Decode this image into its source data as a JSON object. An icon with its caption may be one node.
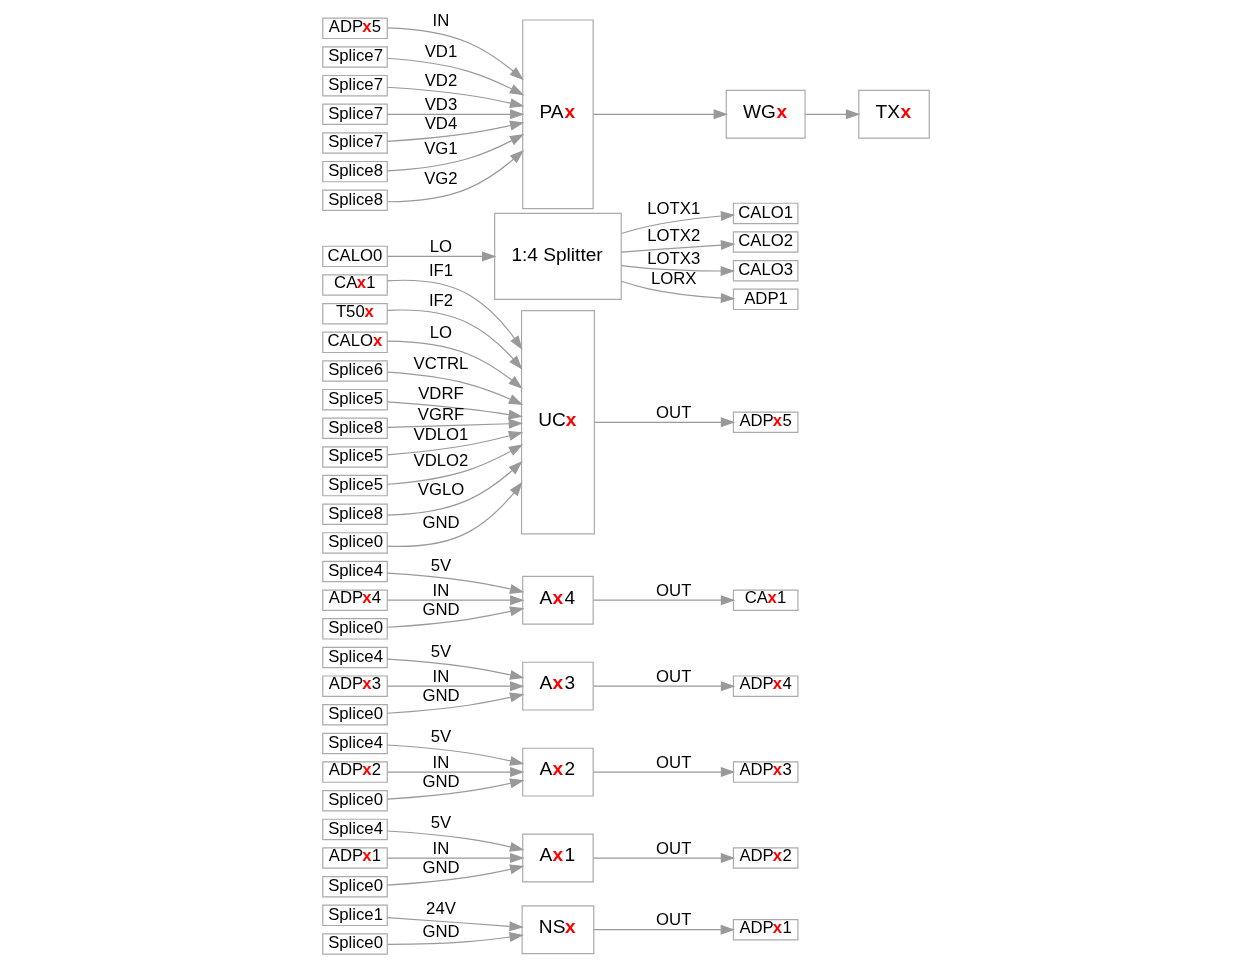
{
  "diagram": {
    "nodes": [
      {
        "text": [
          "Splice1"
        ]
      },
      {
        "text": [
          "Splice0"
        ]
      },
      {
        "text": [
          "NS**x**"
        ]
      },
      {
        "text": [
          "ADP**x**1"
        ]
      },
      {
        "text": [
          "Splice4"
        ]
      },
      {
        "text": [
          "ADP**x**1"
        ]
      },
      {
        "text": [
          "Splice0"
        ]
      },
      {
        "text": [
          "A**x**1"
        ]
      },
      {
        "text": [
          "ADP**x**2"
        ]
      },
      {
        "text": [
          "Splice4"
        ]
      },
      {
        "text": [
          "ADP**x**2"
        ]
      },
      {
        "text": [
          "Splice0"
        ]
      },
      {
        "text": [
          "A**x**2"
        ]
      },
      {
        "text": [
          "ADP**x**3"
        ]
      },
      {
        "text": [
          "Splice4"
        ]
      },
      {
        "text": [
          "ADP**x**3"
        ]
      },
      {
        "text": [
          "Splice0"
        ]
      },
      {
        "text": [
          "A**x**3"
        ]
      },
      {
        "text": [
          "ADP**x**4"
        ]
      },
      {
        "text": [
          "Splice4"
        ]
      },
      {
        "text": [
          "ADP**x**4"
        ]
      },
      {
        "text": [
          "Splice0"
        ]
      },
      {
        "text": [
          "A**x**4"
        ]
      },
      {
        "text": [
          "CA**x**1"
        ]
      },
      {
        "text": [
          "CA**x**1"
        ]
      },
      {
        "text": [
          "T50**x**"
        ]
      },
      {
        "text": [
          "CALO**x**"
        ]
      },
      {
        "text": [
          "Splice6"
        ]
      },
      {
        "text": [
          "Splice5"
        ]
      },
      {
        "text": [
          "Splice8"
        ]
      },
      {
        "text": [
          "Splice5"
        ]
      },
      {
        "text": [
          "Splice5"
        ]
      },
      {
        "text": [
          "Splice8"
        ]
      },
      {
        "text": [
          "Splice0"
        ]
      },
      {
        "text": [
          "UC**x**"
        ]
      },
      {
        "text": [
          "ADP**x**5"
        ]
      },
      {
        "text": [
          "CALO0"
        ]
      },
      {
        "text": [
          "1:4 Splitter"
        ]
      },
      {
        "text": [
          "CALO1"
        ]
      },
      {
        "text": [
          "CALO2"
        ]
      },
      {
        "text": [
          "CALO3"
        ]
      },
      {
        "text": [
          "ADP1"
        ]
      },
      {
        "text": [
          "ADP**x**5"
        ]
      },
      {
        "text": [
          "Splice7"
        ]
      },
      {
        "text": [
          "Splice7"
        ]
      },
      {
        "text": [
          "Splice7"
        ]
      },
      {
        "text": [
          "Splice7"
        ]
      },
      {
        "text": [
          "Splice8"
        ]
      },
      {
        "text": [
          "Splice8"
        ]
      },
      {
        "text": [
          "PA**x**"
        ]
      },
      {
        "text": [
          "WG**x**"
        ]
      },
      {
        "text": [
          "TX**x**"
        ]
      }
    ],
    "edges": [
      {
        "from": 0,
        "to": 2,
        "arrow": "to",
        "label": "24V"
      },
      {
        "from": 1,
        "to": 2,
        "arrow": "to",
        "label": "GND"
      },
      {
        "from": 2,
        "to": 3,
        "arrow": "to",
        "label": "OUT"
      },
      {
        "from": 4,
        "to": 7,
        "arrow": "to",
        "label": "5V"
      },
      {
        "from": 5,
        "to": 7,
        "arrow": "to",
        "label": "IN"
      },
      {
        "from": 6,
        "to": 7,
        "arrow": "to",
        "label": "GND"
      },
      {
        "from": 7,
        "to": 8,
        "arrow": "to",
        "label": "OUT"
      },
      {
        "from": 9,
        "to": 12,
        "arrow": "to",
        "label": "5V"
      },
      {
        "from": 10,
        "to": 12,
        "arrow": "to",
        "label": "IN"
      },
      {
        "from": 11,
        "to": 12,
        "arrow": "to",
        "label": "GND"
      },
      {
        "from": 12,
        "to": 13,
        "arrow": "to",
        "label": "OUT"
      },
      {
        "from": 14,
        "to": 17,
        "arrow": "to",
        "label": "5V"
      },
      {
        "from": 15,
        "to": 17,
        "arrow": "to",
        "label": "IN"
      },
      {
        "from": 16,
        "to": 17,
        "arrow": "to",
        "label": "GND"
      },
      {
        "from": 17,
        "to": 18,
        "arrow": "to",
        "label": "OUT"
      },
      {
        "from": 19,
        "to": 22,
        "arrow": "to",
        "label": "5V"
      },
      {
        "from": 20,
        "to": 22,
        "arrow": "to",
        "label": "IN"
      },
      {
        "from": 21,
        "to": 22,
        "arrow": "to",
        "label": "GND"
      },
      {
        "from": 22,
        "to": 23,
        "arrow": "to",
        "label": "OUT"
      },
      {
        "from": 24,
        "to": 34,
        "arrow": "to",
        "label": "IF1"
      },
      {
        "from": 25,
        "to": 34,
        "arrow": "to",
        "label": "IF2"
      },
      {
        "from": 26,
        "to": 34,
        "arrow": "to",
        "label": "LO"
      },
      {
        "from": 27,
        "to": 34,
        "arrow": "to",
        "label": "VCTRL"
      },
      {
        "from": 28,
        "to": 34,
        "arrow": "to",
        "label": "VDRF"
      },
      {
        "from": 29,
        "to": 34,
        "arrow": "to",
        "label": "VGRF"
      },
      {
        "from": 30,
        "to": 34,
        "arrow": "to",
        "label": "VDLO1"
      },
      {
        "from": 31,
        "to": 34,
        "arrow": "to",
        "label": "VDLO2"
      },
      {
        "from": 32,
        "to": 34,
        "arrow": "to",
        "label": "VGLO"
      },
      {
        "from": 33,
        "to": 34,
        "arrow": "to",
        "label": "GND"
      },
      {
        "from": 34,
        "to": 35,
        "arrow": "to",
        "label": "OUT"
      },
      {
        "from": 36,
        "to": 37,
        "arrow": "to",
        "label": "LO"
      },
      {
        "from": 37,
        "to": 38,
        "arrow": "to",
        "label": "LOTX1"
      },
      {
        "from": 37,
        "to": 39,
        "arrow": "to",
        "label": "LOTX2"
      },
      {
        "from": 37,
        "to": 40,
        "arrow": "to",
        "label": "LOTX3"
      },
      {
        "from": 37,
        "to": 41,
        "arrow": "to",
        "label": "LORX"
      },
      {
        "from": 42,
        "to": 49,
        "arrow": "to",
        "label": "IN"
      },
      {
        "from": 43,
        "to": 49,
        "arrow": "to",
        "label": "VD1"
      },
      {
        "from": 44,
        "to": 49,
        "arrow": "to",
        "label": "VD2"
      },
      {
        "from": 45,
        "to": 49,
        "arrow": "to",
        "label": "VD3"
      },
      {
        "from": 46,
        "to": 49,
        "arrow": "to",
        "label": "VD4"
      },
      {
        "from": 47,
        "to": 49,
        "arrow": "to",
        "label": "VG1"
      },
      {
        "from": 48,
        "to": 49,
        "arrow": "to",
        "label": "VG2"
      },
      {
        "from": 49,
        "to": 50,
        "arrow": "to"
      },
      {
        "from": 50,
        "to": 51,
        "arrow": "to"
      }
    ]
  }
}
